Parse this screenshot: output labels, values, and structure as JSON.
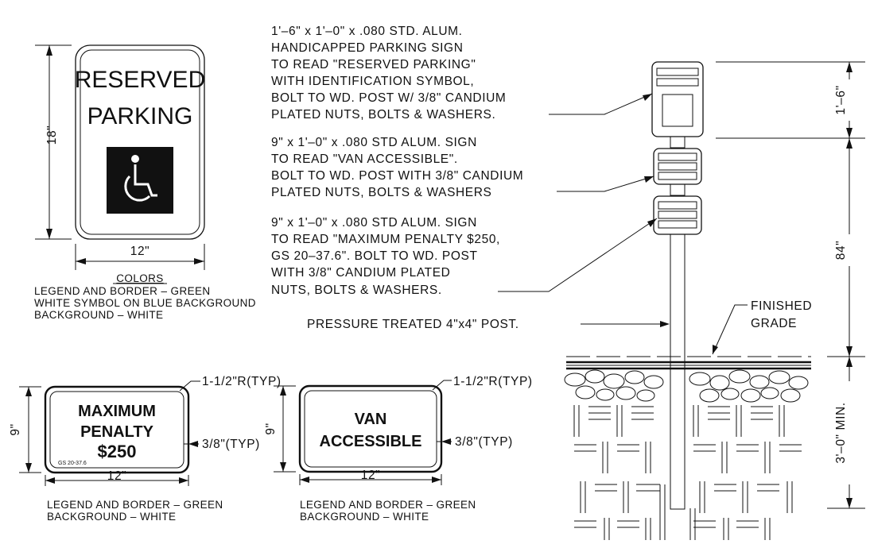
{
  "reserved_sign": {
    "line1": "RESERVED",
    "line2": "PARKING",
    "height_dim": "18\"",
    "width_dim": "12\"",
    "colors_heading": "COLORS",
    "colors_line1": "LEGEND AND BORDER – GREEN",
    "colors_line2": "WHITE SYMBOL ON BLUE BACKGROUND",
    "colors_line3": "BACKGROUND – WHITE"
  },
  "penalty_sign": {
    "line1": "MAXIMUM",
    "line2": "PENALTY",
    "line3": "$250",
    "small": "GS 20-37.6",
    "height_dim": "9\"",
    "width_dim": "12\"",
    "radius_note": "1-1/2\"R(TYP)",
    "border_note": "3/8\"(TYP)",
    "colors_line1": "LEGEND AND BORDER – GREEN",
    "colors_line2": "BACKGROUND – WHITE"
  },
  "van_sign": {
    "line1": "VAN",
    "line2": "ACCESSIBLE",
    "height_dim": "9\"",
    "width_dim": "12\"",
    "radius_note": "1-1/2\"R(TYP)",
    "border_note": "3/8\"(TYP)",
    "colors_line1": "LEGEND AND BORDER – GREEN",
    "colors_line2": "BACKGROUND – WHITE"
  },
  "notes": {
    "note1": [
      "1'–6\" x 1'–0\" x .080 STD. ALUM.",
      "HANDICAPPED PARKING SIGN",
      "TO READ \"RESERVED PARKING\"",
      "WITH IDENTIFICATION SYMBOL,",
      "BOLT TO WD. POST W/ 3/8\"   CANDIUM",
      "PLATED NUTS, BOLTS & WASHERS."
    ],
    "note2": [
      "9\" x 1'–0\" x .080 STD ALUM. SIGN",
      "TO READ \"VAN ACCESSIBLE\".",
      "BOLT TO WD. POST WITH 3/8\" CANDIUM",
      "PLATED NUTS, BOLTS & WASHERS"
    ],
    "note3": [
      "9\" x 1'–0\" x .080 STD ALUM. SIGN",
      "TO READ \"MAXIMUM PENALTY $250,",
      "GS 20–37.6\". BOLT TO WD. POST",
      "WITH 3/8\"   CANDIUM PLATED",
      "NUTS, BOLTS & WASHERS."
    ],
    "post_note": "PRESSURE TREATED 4\"x4\" POST."
  },
  "post_dims": {
    "sign_height": "1'–6\"",
    "post_height": "84\"",
    "embed_depth": "3'–0\" MIN.",
    "grade_line1": "FINISHED",
    "grade_line2": "GRADE"
  }
}
